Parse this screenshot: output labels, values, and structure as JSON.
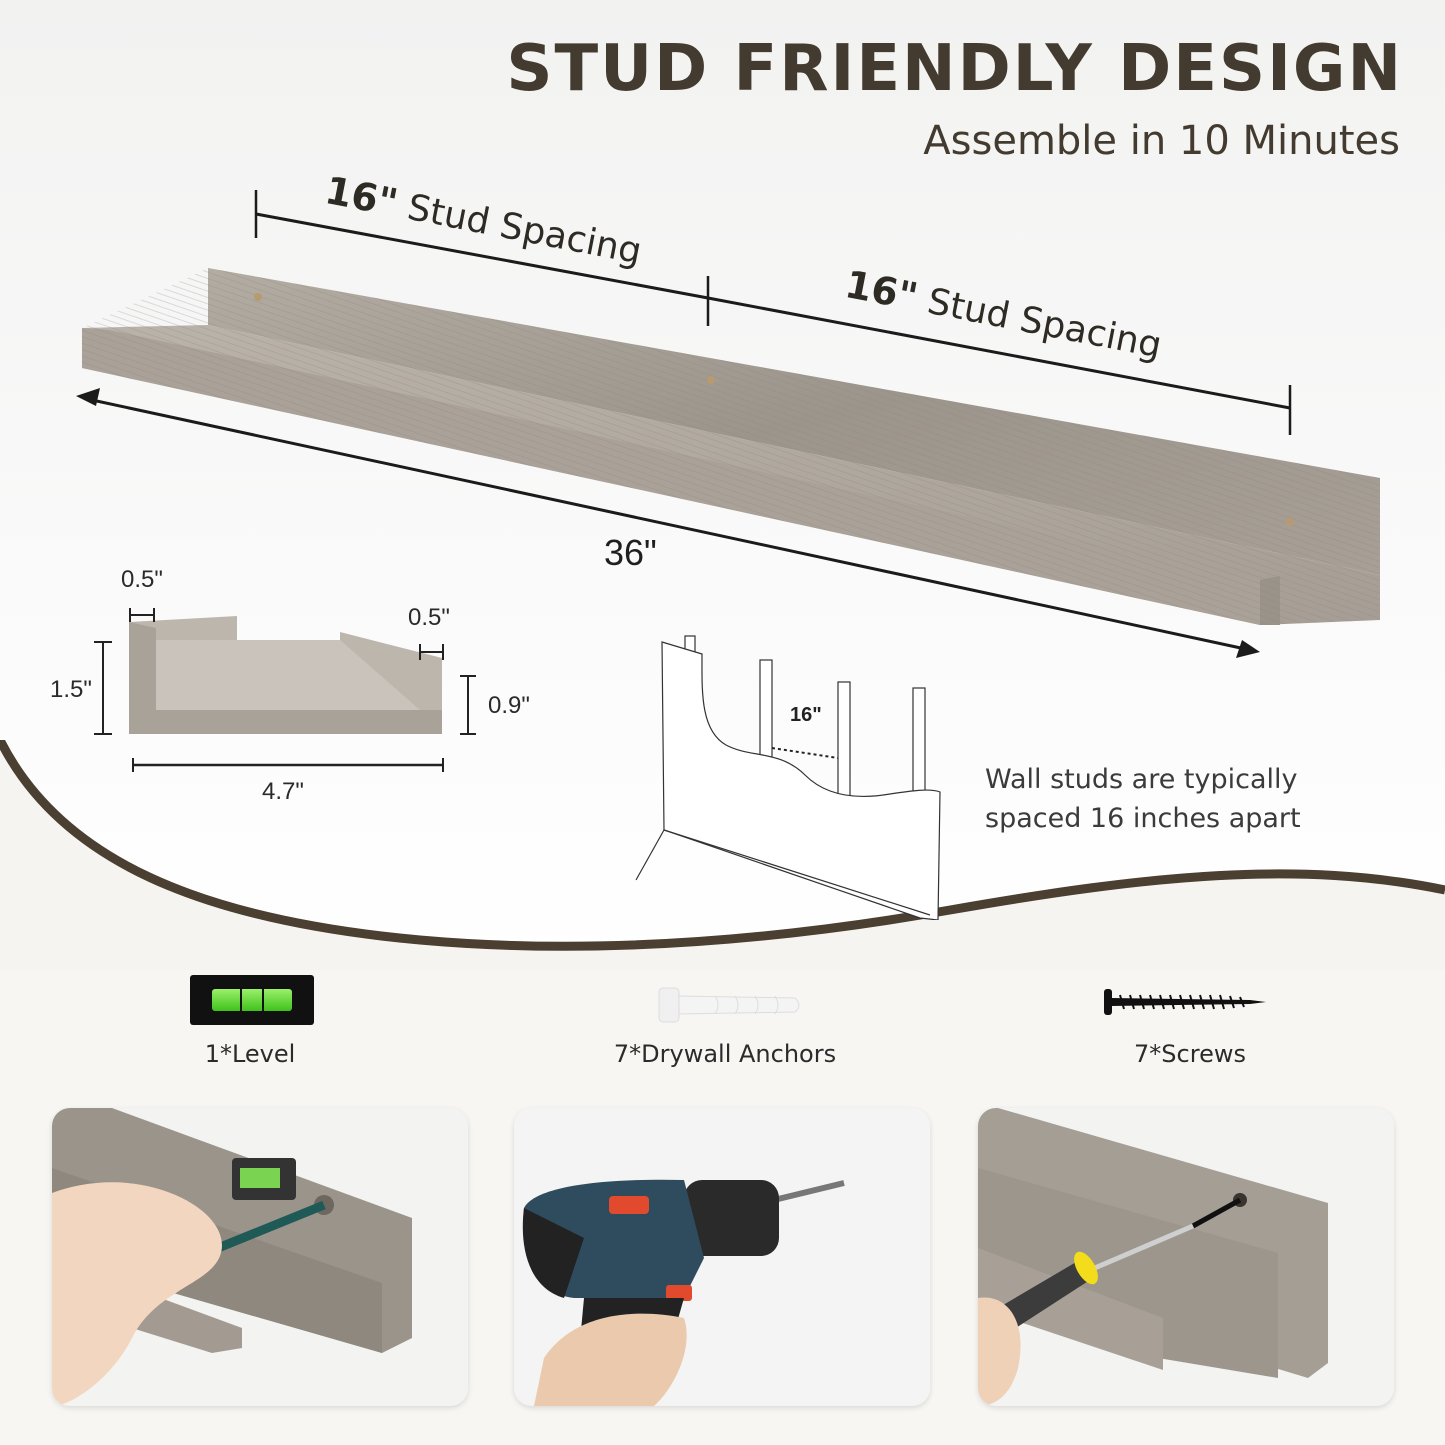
{
  "header": {
    "title": "STUD FRIENDLY DESIGN",
    "subtitle": "Assemble in 10 Minutes"
  },
  "shelf_dimensions": {
    "stud_spacing_1": {
      "value": "16\"",
      "label": "Stud Spacing"
    },
    "stud_spacing_2": {
      "value": "16\"",
      "label": "Stud Spacing"
    },
    "total_length": "36\""
  },
  "cross_section": {
    "lip_left": "0.5\"",
    "lip_right": "0.5\"",
    "height_back": "1.5\"",
    "height_front": "0.9\"",
    "depth": "4.7\""
  },
  "wall_diagram": {
    "stud_gap_label": "16\"",
    "note_line1": "Wall studs are typically",
    "note_line2": "spaced 16 inches apart"
  },
  "accessories": [
    {
      "label": "1*Level",
      "icon": "bubble-level-icon"
    },
    {
      "label": "7*Drywall Anchors",
      "icon": "drywall-anchor-icon"
    },
    {
      "label": "7*Screws",
      "icon": "screw-icon"
    }
  ],
  "steps": [
    {
      "name": "mark-holes-with-pencil-and-level",
      "icon": "pencil-level-photo"
    },
    {
      "name": "drill-holes-in-wall",
      "icon": "drill-photo"
    },
    {
      "name": "screw-shelf-to-wall",
      "icon": "screwdriver-photo"
    }
  ],
  "colors": {
    "heading": "#433b2f",
    "wave": "#4a3f30",
    "wood": "#a49c92",
    "level_green": "#5fd83a",
    "drill_blue": "#2f4c5e",
    "drill_red": "#e24a2d",
    "screwdriver_yellow": "#f2dc1c"
  }
}
